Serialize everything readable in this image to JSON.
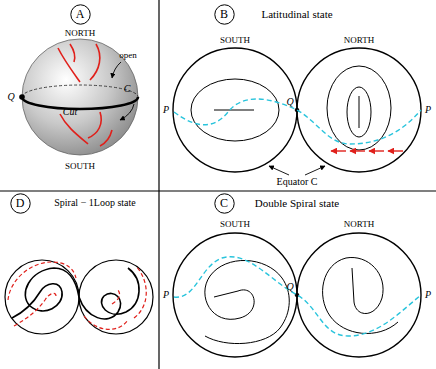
{
  "diagram": {
    "nodes": [
      {
        "text": [
          "A"
        ]
      },
      {
        "text": [
          "B"
        ]
      },
      {
        "text": [
          "C"
        ]
      },
      {
        "text": [
          "D"
        ]
      }
    ],
    "labels": [
      "NORTH",
      "open",
      "Q",
      "Cut",
      "C",
      "SOUTH",
      "Latitudinal state",
      "SOUTH",
      "NORTH",
      "P",
      "Q",
      "P",
      "Equator C",
      "Double Spiral state",
      "SOUTH",
      "NORTH",
      "P",
      "Q",
      "P",
      "Spiral − 1Loop state"
    ]
  }
}
